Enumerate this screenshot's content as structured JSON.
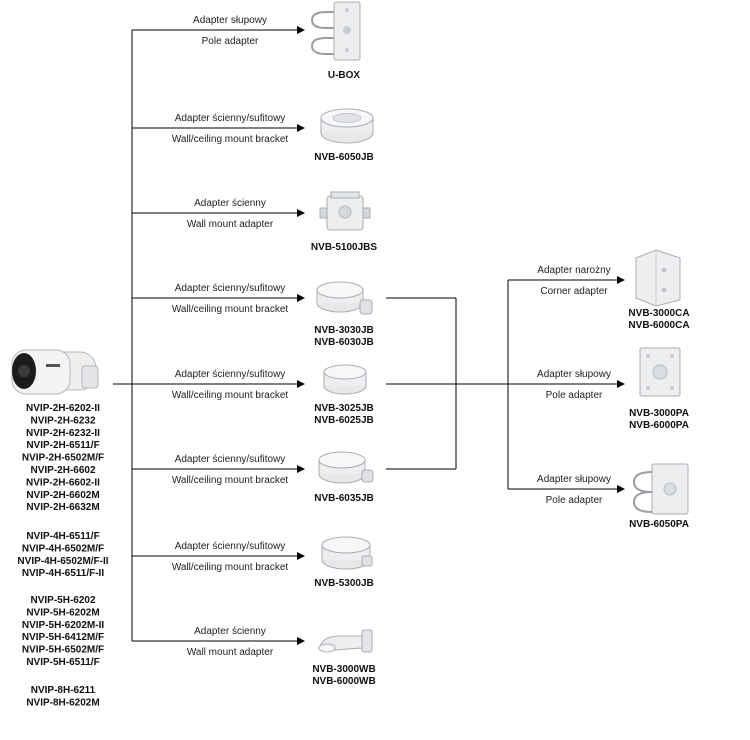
{
  "camera": {
    "models_group_2h": [
      "NVIP-2H-6202-II",
      "NVIP-2H-6232",
      "NVIP-2H-6232-II",
      "NVIP-2H-6511/F",
      "NVIP-2H-6502M/F",
      "NVIP-2H-6602",
      "NVIP-2H-6602-II",
      "NVIP-2H-6602M",
      "NVIP-2H-6632M"
    ],
    "models_group_4h": [
      "NVIP-4H-6511/F",
      "NVIP-4H-6502M/F",
      "NVIP-4H-6502M/F-II",
      "NVIP-4H-6511/F-II"
    ],
    "models_group_5h": [
      "NVIP-5H-6202",
      "NVIP-5H-6202M",
      "NVIP-5H-6202M-II",
      "NVIP-5H-6412M/F",
      "NVIP-5H-6502M/F",
      "NVIP-5H-6511/F"
    ],
    "models_group_8h": [
      "NVIP-8H-6211",
      "NVIP-8H-6202M"
    ]
  },
  "accessories": [
    {
      "label_pl": "Adapter słupowy",
      "label_en": "Pole adapter",
      "caption": [
        "U-BOX"
      ],
      "icon": "u-box-icon"
    },
    {
      "label_pl": "Adapter ścienny/sufitowy",
      "label_en": "Wall/ceiling mount bracket",
      "caption": [
        "NVB-6050JB"
      ],
      "icon": "junction-box-icon"
    },
    {
      "label_pl": "Adapter ścienny",
      "label_en": "Wall mount adapter",
      "caption": [
        "NVB-5100JBS"
      ],
      "icon": "square-box-icon"
    },
    {
      "label_pl": "Adapter ścienny/sufitowy",
      "label_en": "Wall/ceiling mount bracket",
      "caption": [
        "NVB-3030JB",
        "NVB-6030JB"
      ],
      "icon": "junction-box-icon"
    },
    {
      "label_pl": "Adapter ścienny/sufitowy",
      "label_en": "Wall/ceiling mount bracket",
      "caption": [
        "NVB-3025JB",
        "NVB-6025JB"
      ],
      "icon": "junction-box-icon"
    },
    {
      "label_pl": "Adapter ścienny/sufitowy",
      "label_en": "Wall/ceiling mount bracket",
      "caption": [
        "NVB-6035JB"
      ],
      "icon": "junction-box-icon"
    },
    {
      "label_pl": "Adapter ścienny/sufitowy",
      "label_en": "Wall/ceiling mount bracket",
      "caption": [
        "NVB-5300JB"
      ],
      "icon": "junction-box-icon"
    },
    {
      "label_pl": "Adapter ścienny",
      "label_en": "Wall mount adapter",
      "caption": [
        "NVB-3000WB",
        "NVB-6000WB"
      ],
      "icon": "wall-bracket-icon"
    }
  ],
  "secondary": [
    {
      "label_pl": "Adapter narożny",
      "label_en": "Corner adapter",
      "caption": [
        "NVB-3000CA",
        "NVB-6000CA"
      ],
      "icon": "corner-adapter-icon"
    },
    {
      "label_pl": "Adapter słupowy",
      "label_en": "Pole adapter",
      "caption": [
        "NVB-3000PA",
        "NVB-6000PA"
      ],
      "icon": "pole-plate-icon"
    },
    {
      "label_pl": "Adapter słupowy",
      "label_en": "Pole adapter",
      "caption": [
        "NVB-6050PA"
      ],
      "icon": "pole-clamp-icon"
    }
  ],
  "colors": {
    "line": "#000000",
    "device_fill": "#eceef0",
    "device_stroke": "#a9adb3",
    "camera_lens": "#1c1c1c"
  }
}
